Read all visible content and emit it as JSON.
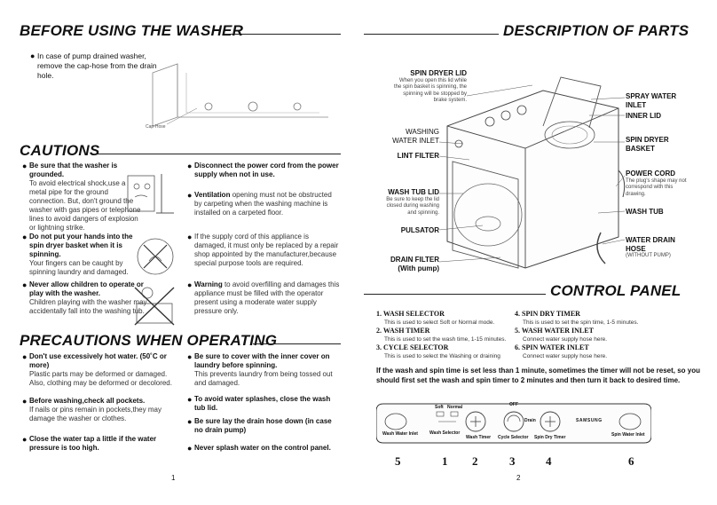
{
  "left": {
    "before_title": "BEFORE USING THE WASHER",
    "before_bullet": "In case of pump drained washer, remove the cap-hose from the drain hole.",
    "cap_hose_label": "Cap-Hose",
    "cautions_title": "CAUTIONS",
    "cautions_left": [
      {
        "bold": "Be sure that the washer is grounded.",
        "normal": "To avoid electrical shock,use a metal pipe for the ground connection. But, don't ground the washer with gas pipes or telephone lines to avoid dangers of explosion or lightning strike."
      },
      {
        "bold": "Do not put your hands into the spin dryer basket when it is spinning.",
        "normal": "Your fingers can be caught by spinning laundry and damaged."
      },
      {
        "bold": "Never allow children to operate or play with the washer.",
        "normal": "Children playing with the washer may accidentally fall into the washing tub."
      }
    ],
    "cautions_right": [
      {
        "bold": "Disconnect the power cord from the power supply when not in use.",
        "normal": ""
      },
      {
        "bold": "Ventilation",
        "normal": "opening must not be obstructed by carpeting when the washing machine is installed on a carpeted floor."
      },
      {
        "bold": "",
        "normal": "If the supply cord of this appliance is damaged, it must only be replaced by a repair shop appointed by the manufacturer,because special purpose tools are required."
      },
      {
        "bold": "Warning",
        "normal": "to avoid overfilling and damages this appliance must be filled with the operator present using a moderate water supply pressure only."
      }
    ],
    "precautions_title": "PRECAUTIONS WHEN OPERATING",
    "precautions_left": [
      {
        "bold": "Don't use excessively hot water. (50˚C or more)",
        "normal": "Plastic parts may be deformed or damaged. Also, clothing may be deformed or decolored."
      },
      {
        "bold": "Before washing,check all pockets.",
        "normal": "If nails or pins remain in pockets,they may damage the washer or clothes."
      },
      {
        "bold": "Close the water tap a little if the water pressure is too high.",
        "normal": ""
      }
    ],
    "precautions_right": [
      {
        "bold": "Be sure to cover with the inner cover on laundry before spinning.",
        "normal": "This prevents laundry from being tossed out and damaged."
      },
      {
        "bold": "To avoid water splashes, close the wash tub lid.",
        "normal": ""
      },
      {
        "bold": "Be sure lay the drain hose down (in case no drain pump)",
        "normal": ""
      },
      {
        "bold": "Never splash water on the control panel.",
        "normal": ""
      }
    ],
    "page_number": "1"
  },
  "right": {
    "description_title": "DESCRIPTION OF PARTS",
    "parts_left": [
      {
        "title": "SPIN DRYER LID",
        "sub": "When you open this lid while the spin basket is spinning, the spinning will be stopped by brake system."
      },
      {
        "title": "WASHING WATER INLET",
        "sub": ""
      },
      {
        "title": "LINT FILTER",
        "sub": ""
      },
      {
        "title": "WASH TUB LID",
        "sub": "Be sure to keep the lid closed during washing and spinning."
      },
      {
        "title": "PULSATOR",
        "sub": ""
      },
      {
        "title": "DRAIN FILTER (With pump)",
        "sub": ""
      }
    ],
    "parts_right": [
      {
        "title": "SPRAY WATER INLET",
        "sub": ""
      },
      {
        "title": "INNER LID",
        "sub": ""
      },
      {
        "title": "SPIN DRYER BASKET",
        "sub": ""
      },
      {
        "title": "POWER CORD",
        "sub": "The plug's shape may not correspond with this drawing."
      },
      {
        "title": "WASH TUB",
        "sub": ""
      },
      {
        "title": "WATER DRAIN HOSE",
        "sub": "(WITHOUT PUMP)"
      }
    ],
    "control_title": "CONTROL PANEL",
    "controls_left": [
      {
        "title": "1. WASH SELECTOR",
        "sub": "This is used to select Soft or Normal mode."
      },
      {
        "title": "2. WASH TIMER",
        "sub": "This is used to set the wash time, 1-15 minutes."
      },
      {
        "title": "3. CYCLE SELECTOR",
        "sub": "This is used to select the Washing or draining"
      }
    ],
    "controls_right": [
      {
        "title": "4. SPIN DRY TIMER",
        "sub": "This is used to set the spin time, 1-5 minutes."
      },
      {
        "title": "5. WASH WATER INLET",
        "sub": "Connect water supply hose here."
      },
      {
        "title": "6. SPIN WATER INLET",
        "sub": "Connect water supply hose here."
      }
    ],
    "note": "If the wash and spin time is set less than 1 minute, sometimes the timer will not be reset, so you should first set the wash and spin timer to 2 minutes and then turn it back to desired time.",
    "panel": {
      "wash_water_inlet": "Wash Water Inlet",
      "wash_selector": "Wash Selector",
      "soft": "Soft",
      "normal": "Normal",
      "wash_timer": "Wash Timer",
      "off": "OFF",
      "drain": "Drain",
      "cycle_selector": "Cycle Selector",
      "spin_dry_timer": "Spin Dry Timer",
      "brand": "SAMSUNG",
      "spin_water_inlet": "Spin Water Inlet"
    },
    "numbers": [
      "5",
      "1",
      "2",
      "3",
      "4",
      "6"
    ],
    "page_number": "2"
  }
}
